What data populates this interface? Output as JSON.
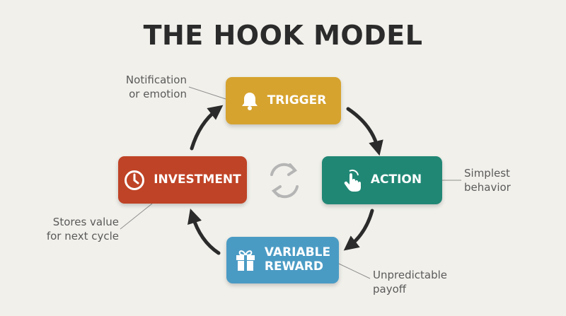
{
  "title": "THE HOOK MODEL",
  "colors": {
    "trigger": "#d6a32f",
    "action": "#218775",
    "investment": "#bf4326",
    "reward": "#4a9bc4",
    "arrow": "#2b2b2b",
    "cycle_icon": "#b5b5b5"
  },
  "nodes": {
    "trigger": {
      "label": "TRIGGER",
      "icon": "bell-icon",
      "note": [
        "Notification",
        "or emotion"
      ]
    },
    "action": {
      "label": "ACTION",
      "icon": "hand-pointer-icon",
      "note": [
        "Simplest",
        "behavior"
      ]
    },
    "reward": {
      "label_line1": "VARIABLE",
      "label_line2": "REWARD",
      "icon": "gift-icon",
      "note": [
        "Unpredictable",
        "payoff"
      ]
    },
    "investment": {
      "label": "INVESTMENT",
      "icon": "clock-icon",
      "note": [
        "Stores value",
        "for next cycle"
      ]
    }
  },
  "center_icon": "cycle-icon"
}
